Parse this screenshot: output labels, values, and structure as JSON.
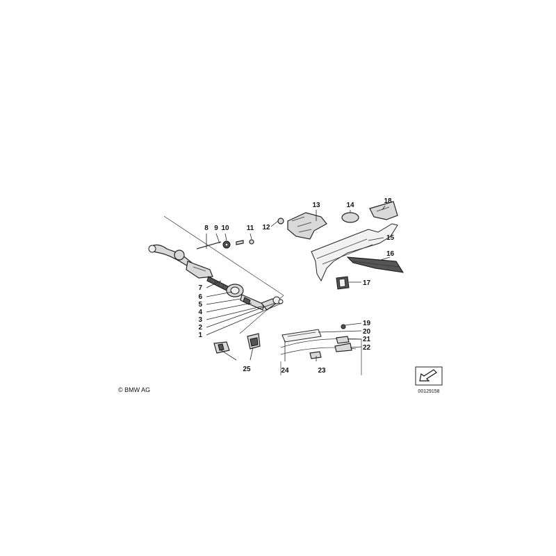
{
  "copyright": "© BMW AG",
  "reference_number": "00129158",
  "callouts": {
    "c1": "1",
    "c2": "2",
    "c3": "3",
    "c4": "4",
    "c5": "5",
    "c6": "6",
    "c7": "7",
    "c8": "8",
    "c9": "9",
    "c10": "10",
    "c11": "11",
    "c12": "12",
    "c13": "13",
    "c14": "14",
    "c15": "15",
    "c16": "16",
    "c17": "17",
    "c18": "18",
    "c19": "19",
    "c20": "20",
    "c21": "21",
    "c22": "22",
    "c23": "23",
    "c24": "24",
    "c25": "25"
  }
}
